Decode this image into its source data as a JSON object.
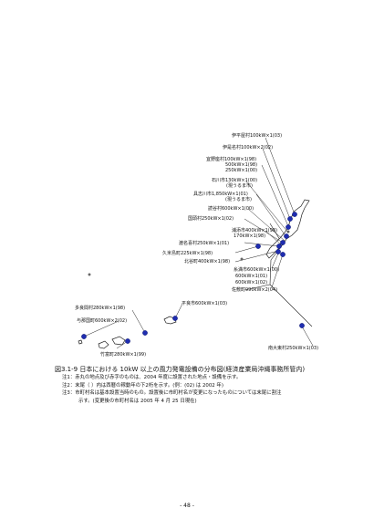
{
  "figure": {
    "caption": "図3.1-9  日本における 10kW 以上の風力発電設備の分布図(経済産業局沖縄事務所管内)",
    "notes": [
      "注1：赤丸の地点及び赤字のものは、2004 年度に設置された地点・設備を示す。",
      "注2：末尾（  ）内は西暦の稼動年の下2桁を示す。(例：(02) は 2002 年)",
      "注3：市町村名は基本設置当時のもの。設置後に市町村名が変更になったものについては末尾に割注",
      "示す。(変更後の市町村名は 2005 年 4 月 25 日現在)"
    ]
  },
  "sites": [
    {
      "id": "iheya",
      "label": "伊平屋村100kW×1(03)"
    },
    {
      "id": "izena",
      "label": "伊是名村100kW×2(02)"
    },
    {
      "id": "ginoza",
      "label": "宜野座村100kW×1(98)"
    },
    {
      "id": "ginoza2",
      "label": "500kW×1(98)"
    },
    {
      "id": "ginoza3",
      "label": "250kW×1(00)"
    },
    {
      "id": "ishikawa",
      "label": "石川市130kW×1(00)"
    },
    {
      "id": "ishikawa_note",
      "label": "(現うるま市)"
    },
    {
      "id": "gushikawa",
      "label": "具志川市1,850kW×1(01)"
    },
    {
      "id": "gushikawa_note",
      "label": "(現うるま市)"
    },
    {
      "id": "yomitan",
      "label": "読谷村600kW×1(00)"
    },
    {
      "id": "kunigami",
      "label": "国頭村250kW×1(02)"
    },
    {
      "id": "urasoe",
      "label": "浦添市400kW×1(98)"
    },
    {
      "id": "urasoe2",
      "label": "170kW×1(98)"
    },
    {
      "id": "tokashiki",
      "label": "渡名喜村250kW×1(01)"
    },
    {
      "id": "kumejima",
      "label": "久米島町225kW×1(98)"
    },
    {
      "id": "kitaya",
      "label": "北谷町400kW×1(98)"
    },
    {
      "id": "itoman",
      "label": "糸満市600kW×1(00)"
    },
    {
      "id": "itoman2",
      "label": "600kW×1(01)"
    },
    {
      "id": "itoman3",
      "label": "600kW×1(02)"
    },
    {
      "id": "sashiki",
      "label": "佐敷町990kW×2(04)"
    },
    {
      "id": "tarama",
      "label": "多良間村280kW×1(98)"
    },
    {
      "id": "yonaguni",
      "label": "与那国町600kW×2(02)"
    },
    {
      "id": "hirara",
      "label": "平良市600kW×1(03)"
    },
    {
      "id": "taketomi",
      "label": "竹富町280kW×1(99)"
    },
    {
      "id": "minamidaito",
      "label": "南大東村250kW×1(03)"
    }
  ],
  "page": {
    "number": "- 48 -"
  }
}
